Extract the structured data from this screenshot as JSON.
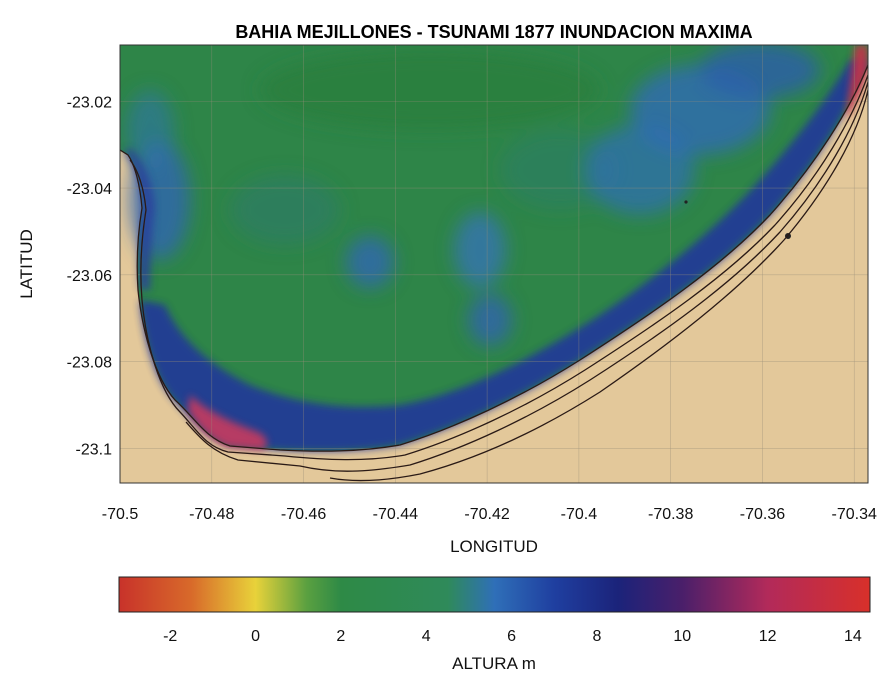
{
  "title": "BAHIA MEJILLONES - TSUNAMI 1877 INUNDACION MAXIMA",
  "map": {
    "xlabel": "LONGITUD",
    "ylabel": "LATITUD",
    "xlim": [
      -70.5,
      -70.337
    ],
    "ylim": [
      -23.108,
      -23.007
    ],
    "xticks": [
      "-70.5",
      "-70.48",
      "-70.46",
      "-70.44",
      "-70.42",
      "-70.4",
      "-70.38",
      "-70.36",
      "-70.34"
    ],
    "xtick_values": [
      -70.5,
      -70.48,
      -70.46,
      -70.44,
      -70.42,
      -70.4,
      -70.38,
      -70.36,
      -70.34
    ],
    "yticks": [
      "-23.02",
      "-23.04",
      "-23.06",
      "-23.08",
      "-23.1"
    ],
    "ytick_values": [
      -23.02,
      -23.04,
      -23.06,
      -23.08,
      -23.1
    ],
    "grid": true,
    "land_color": "#e3c89a",
    "coastline_color": "#2a1a16"
  },
  "colorbar": {
    "label": "ALTURA m",
    "ticks": [
      "-2",
      "0",
      "2",
      "4",
      "6",
      "8",
      "10",
      "12",
      "14"
    ],
    "tick_values": [
      -2,
      0,
      2,
      4,
      6,
      8,
      10,
      12,
      14
    ],
    "range": [
      -3.2,
      14.4
    ],
    "stops": [
      {
        "value": -3.2,
        "color": "#c8322a"
      },
      {
        "value": -1.5,
        "color": "#d86a2a"
      },
      {
        "value": 0,
        "color": "#e8d23a"
      },
      {
        "value": 1.2,
        "color": "#5aa040"
      },
      {
        "value": 2,
        "color": "#2e8a46"
      },
      {
        "value": 4.5,
        "color": "#2f8a5a"
      },
      {
        "value": 5.6,
        "color": "#2f6fb8"
      },
      {
        "value": 7,
        "color": "#1f3fa0"
      },
      {
        "value": 8.5,
        "color": "#1b237a"
      },
      {
        "value": 10,
        "color": "#4a1f6a"
      },
      {
        "value": 12,
        "color": "#b22a5a"
      },
      {
        "value": 14.4,
        "color": "#d8302a"
      }
    ]
  }
}
